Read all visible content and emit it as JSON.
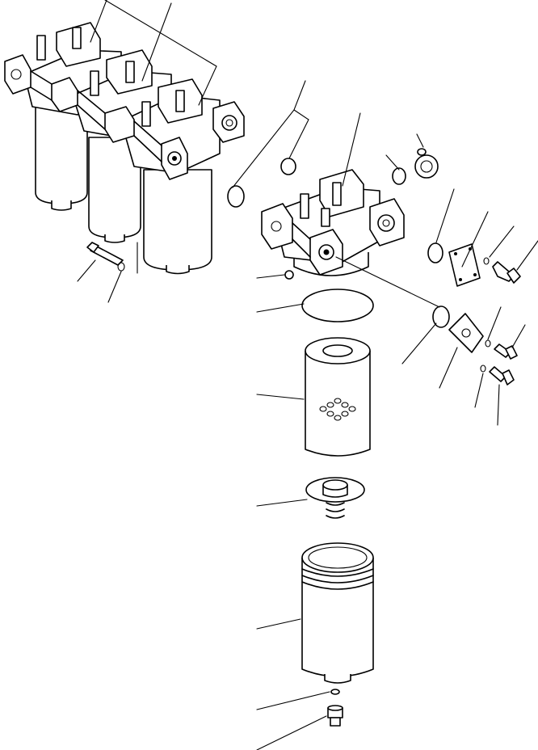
{
  "figure": {
    "title": "",
    "labels": []
  },
  "parts": [
    {
      "name": "triple-filter-assembly"
    },
    {
      "name": "filter-head"
    },
    {
      "name": "filter-head-plug"
    },
    {
      "name": "o-ring-small"
    },
    {
      "name": "o-ring-port"
    },
    {
      "name": "cover-plate"
    },
    {
      "name": "flange-plate"
    },
    {
      "name": "mounting-bolt"
    },
    {
      "name": "lock-washer"
    },
    {
      "name": "nut"
    },
    {
      "name": "gasket-ring"
    },
    {
      "name": "filter-element"
    },
    {
      "name": "spring-valve"
    },
    {
      "name": "filter-bowl"
    },
    {
      "name": "drain-washer"
    },
    {
      "name": "drain-plug"
    }
  ],
  "colors": {
    "line": "#000000",
    "background": "#ffffff"
  }
}
